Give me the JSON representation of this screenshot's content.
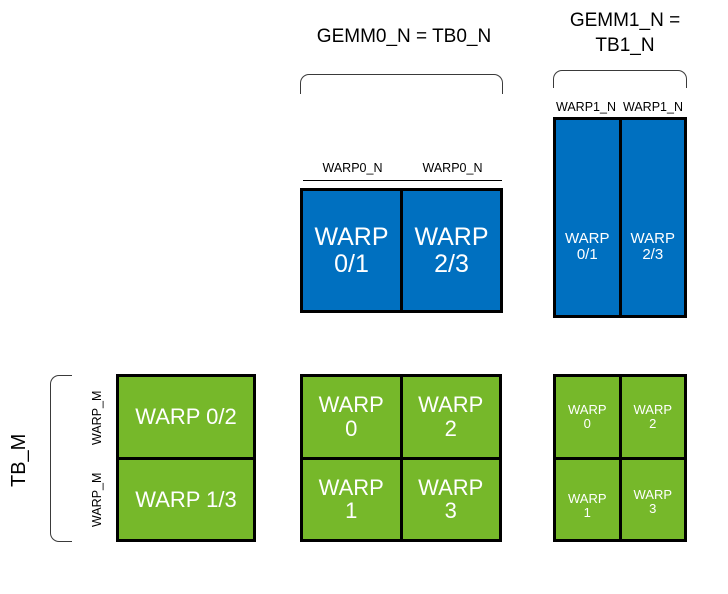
{
  "diagram": {
    "title_gemm0": "GEMM0_N = TB0_N",
    "title_gemm1": "GEMM1_N =\nTB1_N",
    "axis_tb_m": "TB_M",
    "labels": {
      "warp0_n": "WARP0_N",
      "warp1_n": "WARP1_N",
      "warp_m": "WARP_M"
    }
  },
  "blocks": {
    "gemm0_top": {
      "color": "#0070C0",
      "col_labels": [
        "WARP0_N",
        "WARP0_N"
      ],
      "cells": [
        "WARP\n0/1",
        "WARP\n2/3"
      ]
    },
    "gemm1_top": {
      "color": "#0070C0",
      "col_labels": [
        "WARP1_N",
        "WARP1_N"
      ],
      "cells": [
        "WARP\n0/1",
        "WARP\n2/3"
      ]
    },
    "left_bottom": {
      "color": "#76B82A",
      "row_labels": [
        "WARP_M",
        "WARP_M"
      ],
      "cells": [
        "WARP 0/2",
        "WARP 1/3"
      ]
    },
    "middle_bottom": {
      "color": "#76B82A",
      "cells": [
        [
          "WARP\n0",
          "WARP\n2"
        ],
        [
          "WARP\n1",
          "WARP\n3"
        ]
      ]
    },
    "right_bottom": {
      "color": "#76B82A",
      "cells": [
        [
          "WARP\n0",
          "WARP\n2"
        ],
        [
          "WARP\n1",
          "WARP\n3"
        ]
      ]
    }
  }
}
